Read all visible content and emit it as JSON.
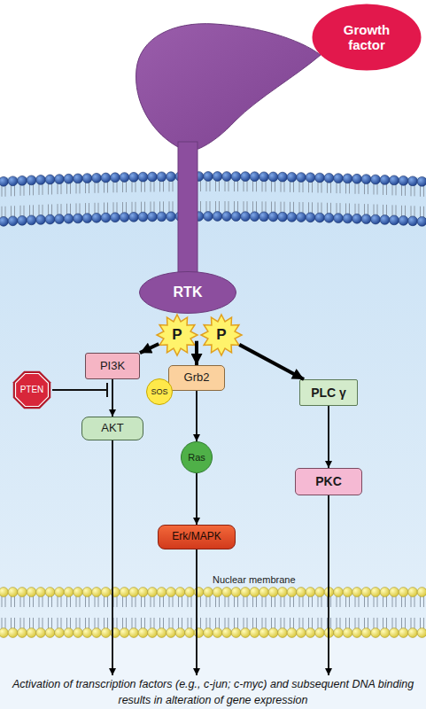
{
  "diagram": {
    "nodes": [
      {
        "text": [
          "Growth factor"
        ]
      },
      {
        "text": [
          "RTK"
        ]
      },
      {
        "text": [
          "P"
        ]
      },
      {
        "text": [
          "P"
        ]
      },
      {
        "text": [
          "PI3K"
        ]
      },
      {
        "text": [
          "PTEN"
        ]
      },
      {
        "text": [
          "AKT"
        ]
      },
      {
        "text": [
          "Grb2"
        ]
      },
      {
        "text": [
          "SOS"
        ]
      },
      {
        "text": [
          "Ras"
        ]
      },
      {
        "text": [
          "Erk/MAPK"
        ]
      },
      {
        "text": [
          "PLC γ"
        ]
      },
      {
        "text": [
          "PKC"
        ]
      },
      {
        "text": [
          "Activation of transcription factors (e.g., c-jun; c-myc) and subsequent DNA binding results in alteration of gene expression"
        ]
      }
    ],
    "edges": [
      {
        "from": 2,
        "to": 4,
        "arrow": "to"
      },
      {
        "from": 2,
        "to": 7,
        "arrow": "to"
      },
      {
        "from": 3,
        "to": 11,
        "arrow": "to"
      },
      {
        "from": 4,
        "to": 6,
        "arrow": "to"
      },
      {
        "from": 7,
        "to": 9,
        "arrow": "to"
      },
      {
        "from": 9,
        "to": 10,
        "arrow": "to"
      },
      {
        "from": 11,
        "to": 12,
        "arrow": "to"
      },
      {
        "from": 6,
        "to": 13,
        "arrow": "to"
      },
      {
        "from": 10,
        "to": 13,
        "arrow": "to"
      },
      {
        "from": 12,
        "to": 13,
        "arrow": "to"
      }
    ],
    "labels": [
      "Nuclear membrane"
    ]
  }
}
